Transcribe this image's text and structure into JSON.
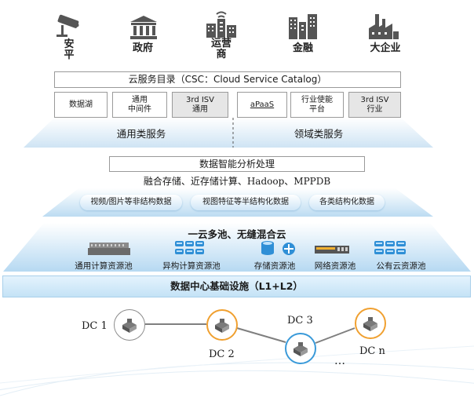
{
  "industries": [
    {
      "label": "安\n平",
      "icon": "camera-icon"
    },
    {
      "label": "政府",
      "icon": "government-building-icon"
    },
    {
      "label": "运营\n商",
      "icon": "telecom-tower-icon"
    },
    {
      "label": "金融",
      "icon": "bank-towers-icon"
    },
    {
      "label": "大企业",
      "icon": "factory-icon"
    }
  ],
  "catalog": {
    "title": "云服务目录（CSC：Cloud Service Catalog）",
    "items": [
      {
        "label": "数据湖",
        "style": "white"
      },
      {
        "label": "通用\n中间件",
        "style": "white"
      },
      {
        "label": "3rd ISV\n通用",
        "style": "gray"
      },
      {
        "label": "aPaaS",
        "style": "white"
      },
      {
        "label": "行业使能\n平台",
        "style": "white"
      },
      {
        "label": "3rd ISV\n行业",
        "style": "gray"
      }
    ],
    "general_services": "通用类服务",
    "domain_services": "领域类服务"
  },
  "analytics": {
    "title": "数据智能分析处理",
    "subtitle": "融合存储、近存储计算、Hadoop、MPPDB",
    "pills": [
      "视频/图片等非结构数据",
      "视图特征等半结构化数据",
      "各类结构化数据"
    ]
  },
  "pools": {
    "title": "一云多池、无缝混合云",
    "items": [
      {
        "label": "通用计算资源池",
        "icon": "server-rack-icon"
      },
      {
        "label": "异构计算资源池",
        "icon": "gpu-chips-icon"
      },
      {
        "label": "存储资源池",
        "icon": "storage-icon"
      },
      {
        "label": "网络资源池",
        "icon": "network-switch-icon"
      },
      {
        "label": "公有云资源池",
        "icon": "cloud-chips-icon"
      }
    ]
  },
  "infrastructure": {
    "title": "数据中心基础设施（L1+L2）"
  },
  "datacenters": [
    {
      "label": "DC 1",
      "ring_color": "#8c8c8c"
    },
    {
      "label": "DC 2",
      "ring_color": "#f0a030"
    },
    {
      "label": "DC 3",
      "ring_color": "#3a9ad9"
    },
    {
      "label": "DC n",
      "ring_color": "#f0a030"
    }
  ],
  "ellipsis": "…",
  "colors": {
    "accent_blue": "#3a9ad9",
    "band_blue": "#cfe6f7",
    "infra_bar": "#d4ebfa",
    "connector": "#7f7f7f"
  }
}
